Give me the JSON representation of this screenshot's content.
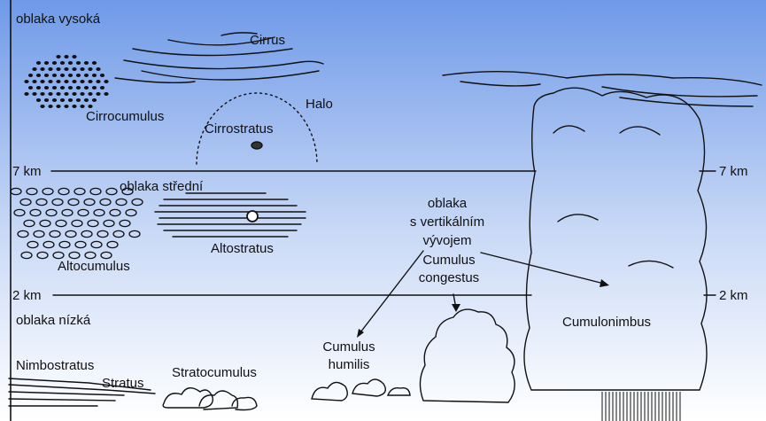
{
  "diagram": {
    "colors": {
      "sky_top": "#6f9ae8",
      "sky_bottom": "#ffffff",
      "ink": "#111111"
    },
    "levels": {
      "high": {
        "label": "oblaka vysoká"
      },
      "middle": {
        "label": "oblaka střední",
        "boundary": "7 km"
      },
      "low": {
        "label": "oblaka nízká",
        "boundary": "2 km"
      },
      "vertical": {
        "label_lines": [
          "oblaka",
          "s vertikálním",
          "vývojem"
        ]
      }
    },
    "clouds": {
      "cirrus": "Cirrus",
      "cirrocumulus": "Cirrocumulus",
      "cirrostratus": "Cirrostratus",
      "halo": "Halo",
      "altocumulus": "Altocumulus",
      "altostratus": "Altostratus",
      "nimbostratus": "Nimbostratus",
      "stratus": "Stratus",
      "stratocumulus": "Stratocumulus",
      "cumulus_humilis": [
        "Cumulus",
        "humilis"
      ],
      "cumulus_congestus": [
        "Cumulus",
        "congestus"
      ],
      "cumulonimbus": "Cumulonimbus"
    }
  }
}
